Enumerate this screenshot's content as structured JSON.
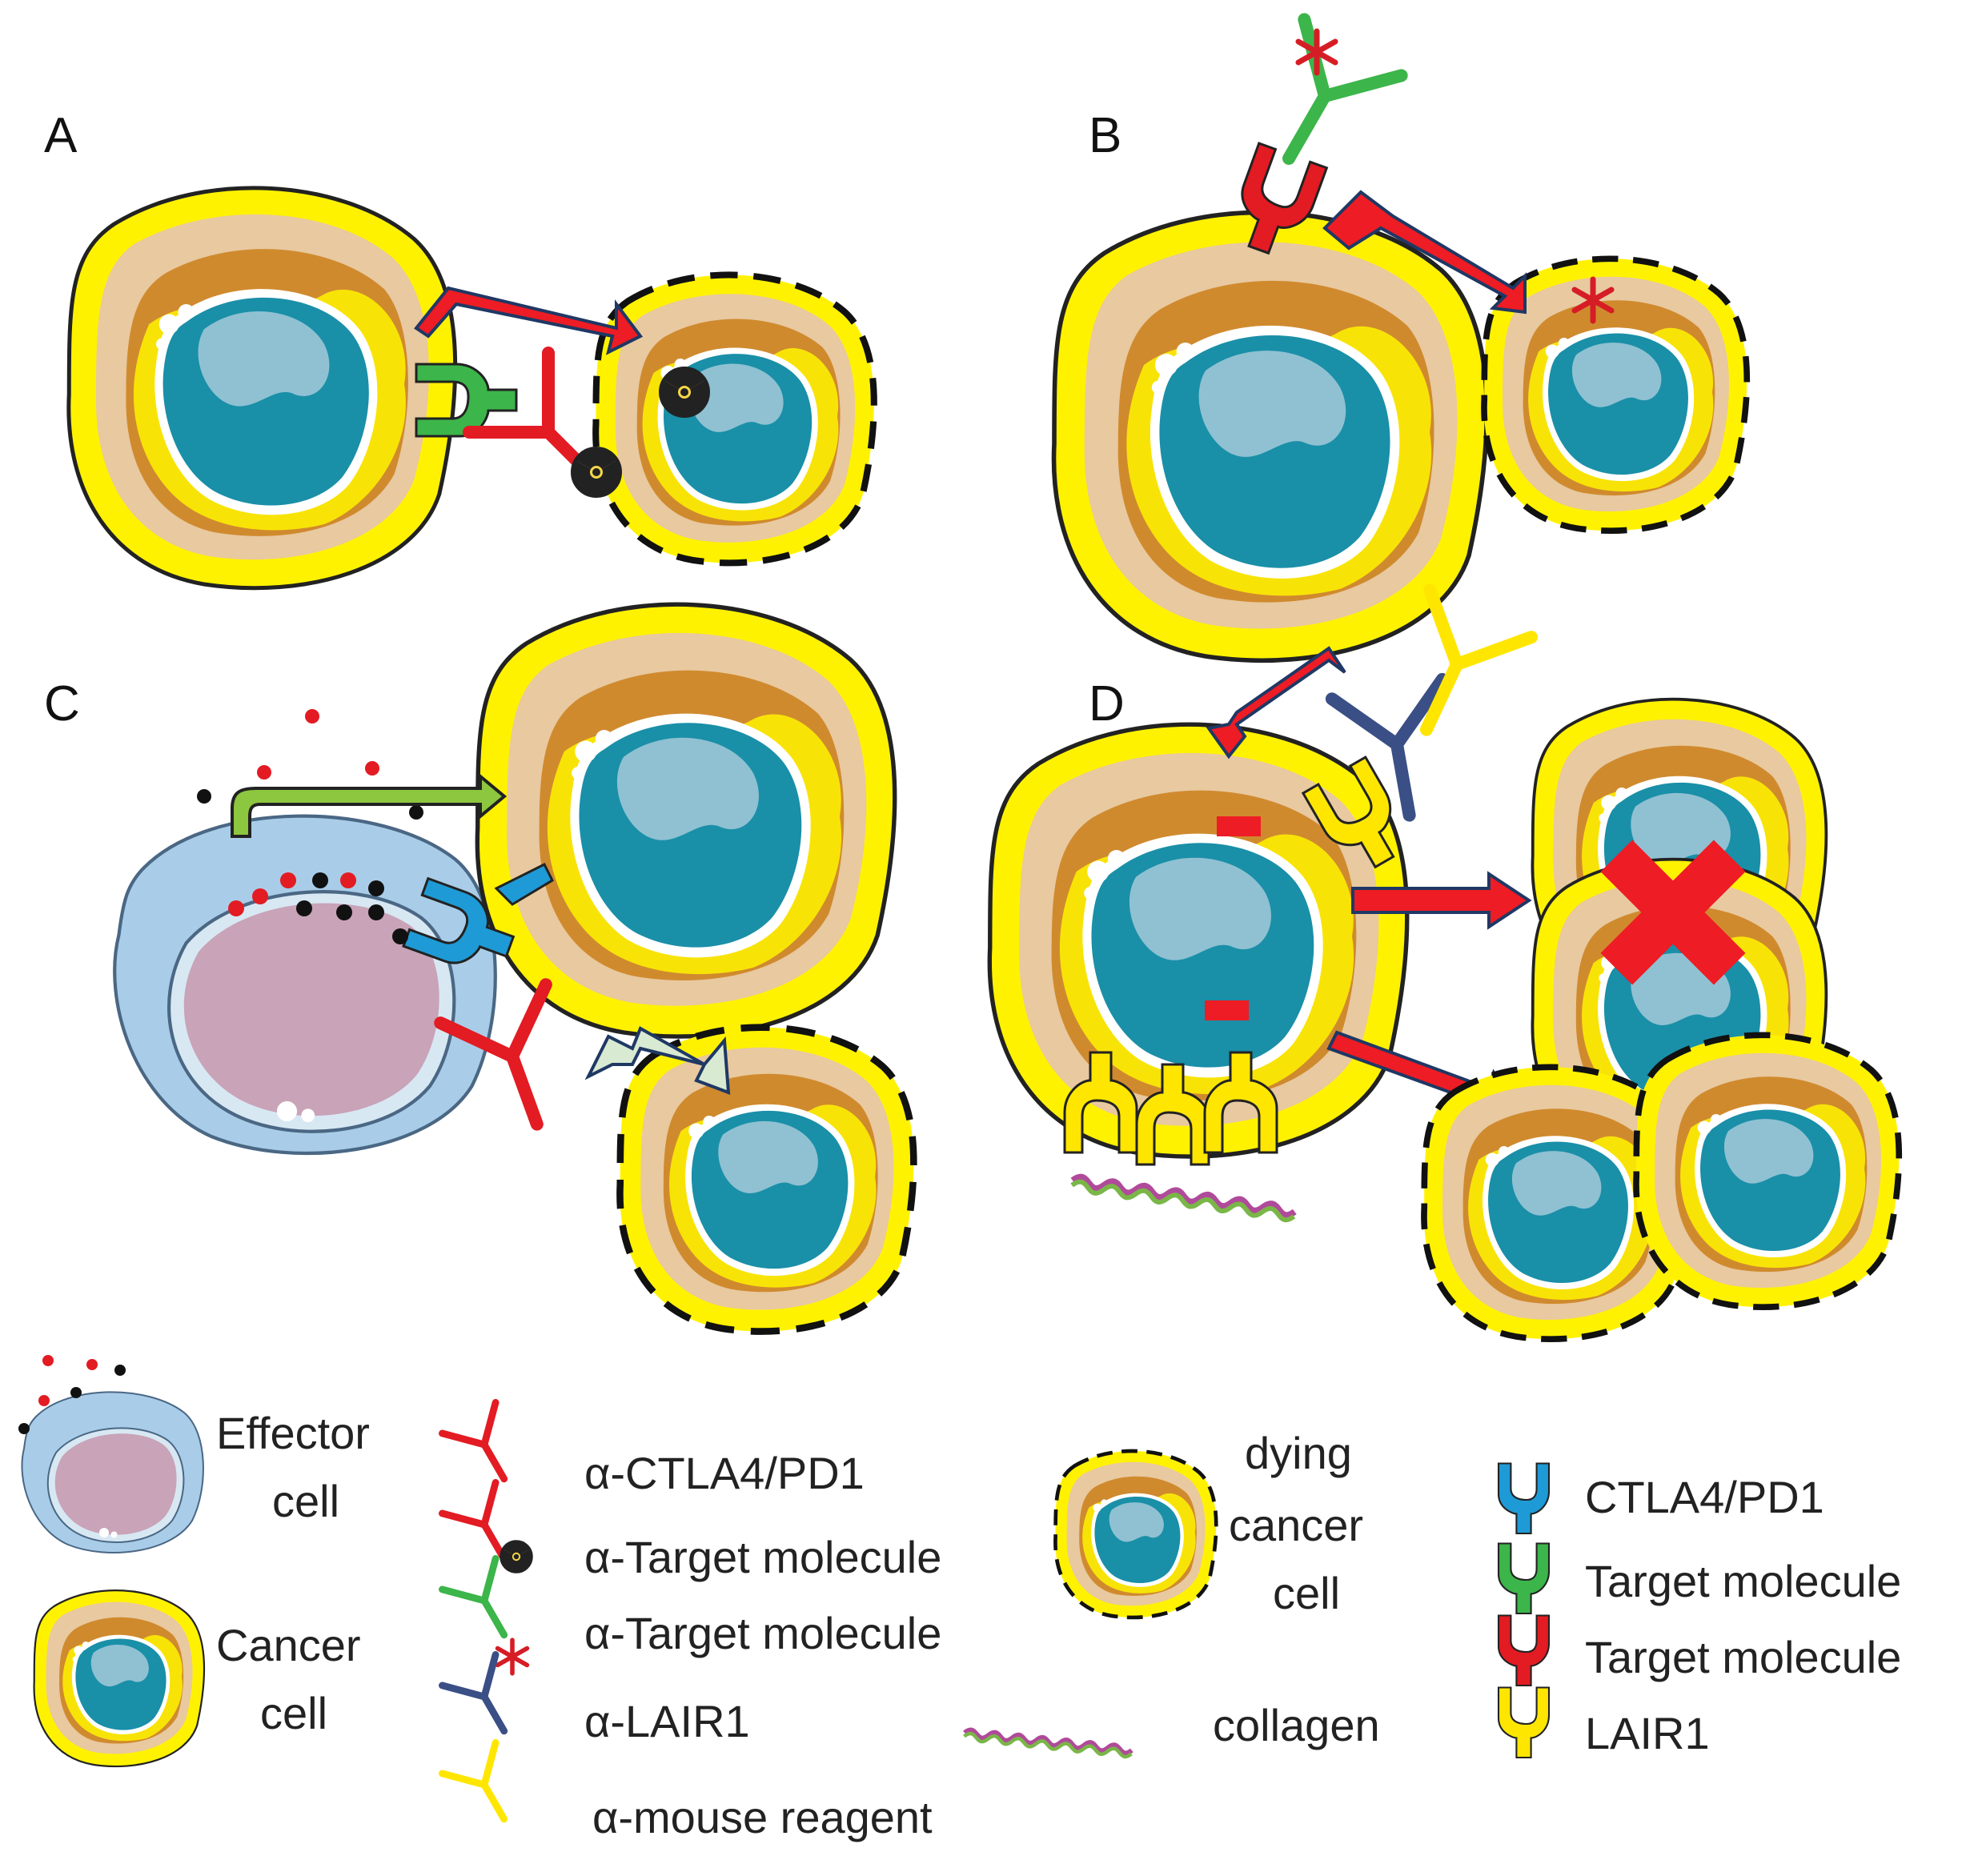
{
  "panels": [
    {
      "label": "A"
    },
    {
      "label": "B"
    },
    {
      "label": "C"
    },
    {
      "label": "D"
    }
  ],
  "legend": {
    "effector_cell": [
      "Effector",
      "cell"
    ],
    "cancer_cell": [
      "Cancer",
      "cell"
    ],
    "antibodies": [
      "α-CTLA4/PD1",
      "α-Target molecule",
      "α-Target molecule",
      "α-LAIR1",
      "α-mouse reagent"
    ],
    "dying_cancer_cell": [
      "dying",
      "cancer",
      "cell"
    ],
    "collagen": "collagen",
    "receptors": [
      "CTLA4/PD1",
      "Target molecule",
      "Target molecule",
      "LAIR1"
    ]
  },
  "colors": {
    "cell_yellow": "#fff200",
    "cell_tan": "#e8c9a0",
    "cell_brown": "#d08a2e",
    "nucleus_teal": "#1a8fa8",
    "nucleus_light": "#9cc7d6",
    "effector_blue": "#a9cde8",
    "effector_pink": "#c9a3b8",
    "arrow_red": "#ee1c24",
    "arrow_outline": "#1f3864",
    "arrow_green": "#8dc63f",
    "arrow_pale": "#d9ead3",
    "receptor_green": "#3cb54a",
    "receptor_red": "#e31b23",
    "receptor_blue": "#1e9ad6",
    "receptor_yellow": "#ffe600"
  },
  "icons": [
    "radioactive-icon",
    "asterisk-icon",
    "cross-mark-icon",
    "minus-marker-icon"
  ]
}
